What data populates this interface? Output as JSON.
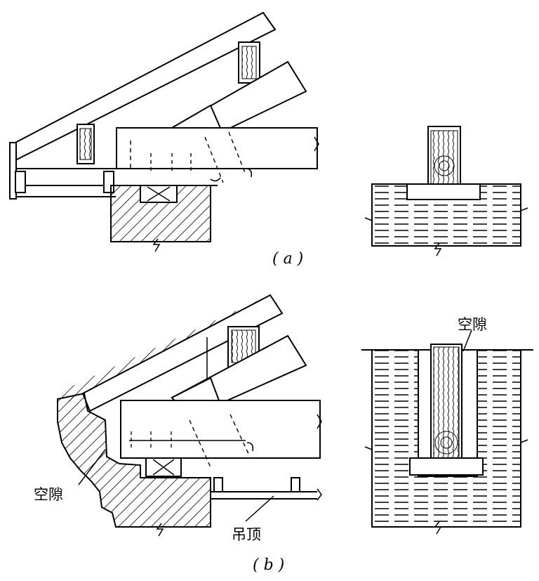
{
  "captions": {
    "a": "( a )",
    "b": "( b )"
  },
  "labels": {
    "gap_left": "空隙",
    "gap_right": "空隙",
    "ceiling": "吊顶"
  },
  "colors": {
    "ink": "#000000",
    "paper": "#ffffff"
  }
}
